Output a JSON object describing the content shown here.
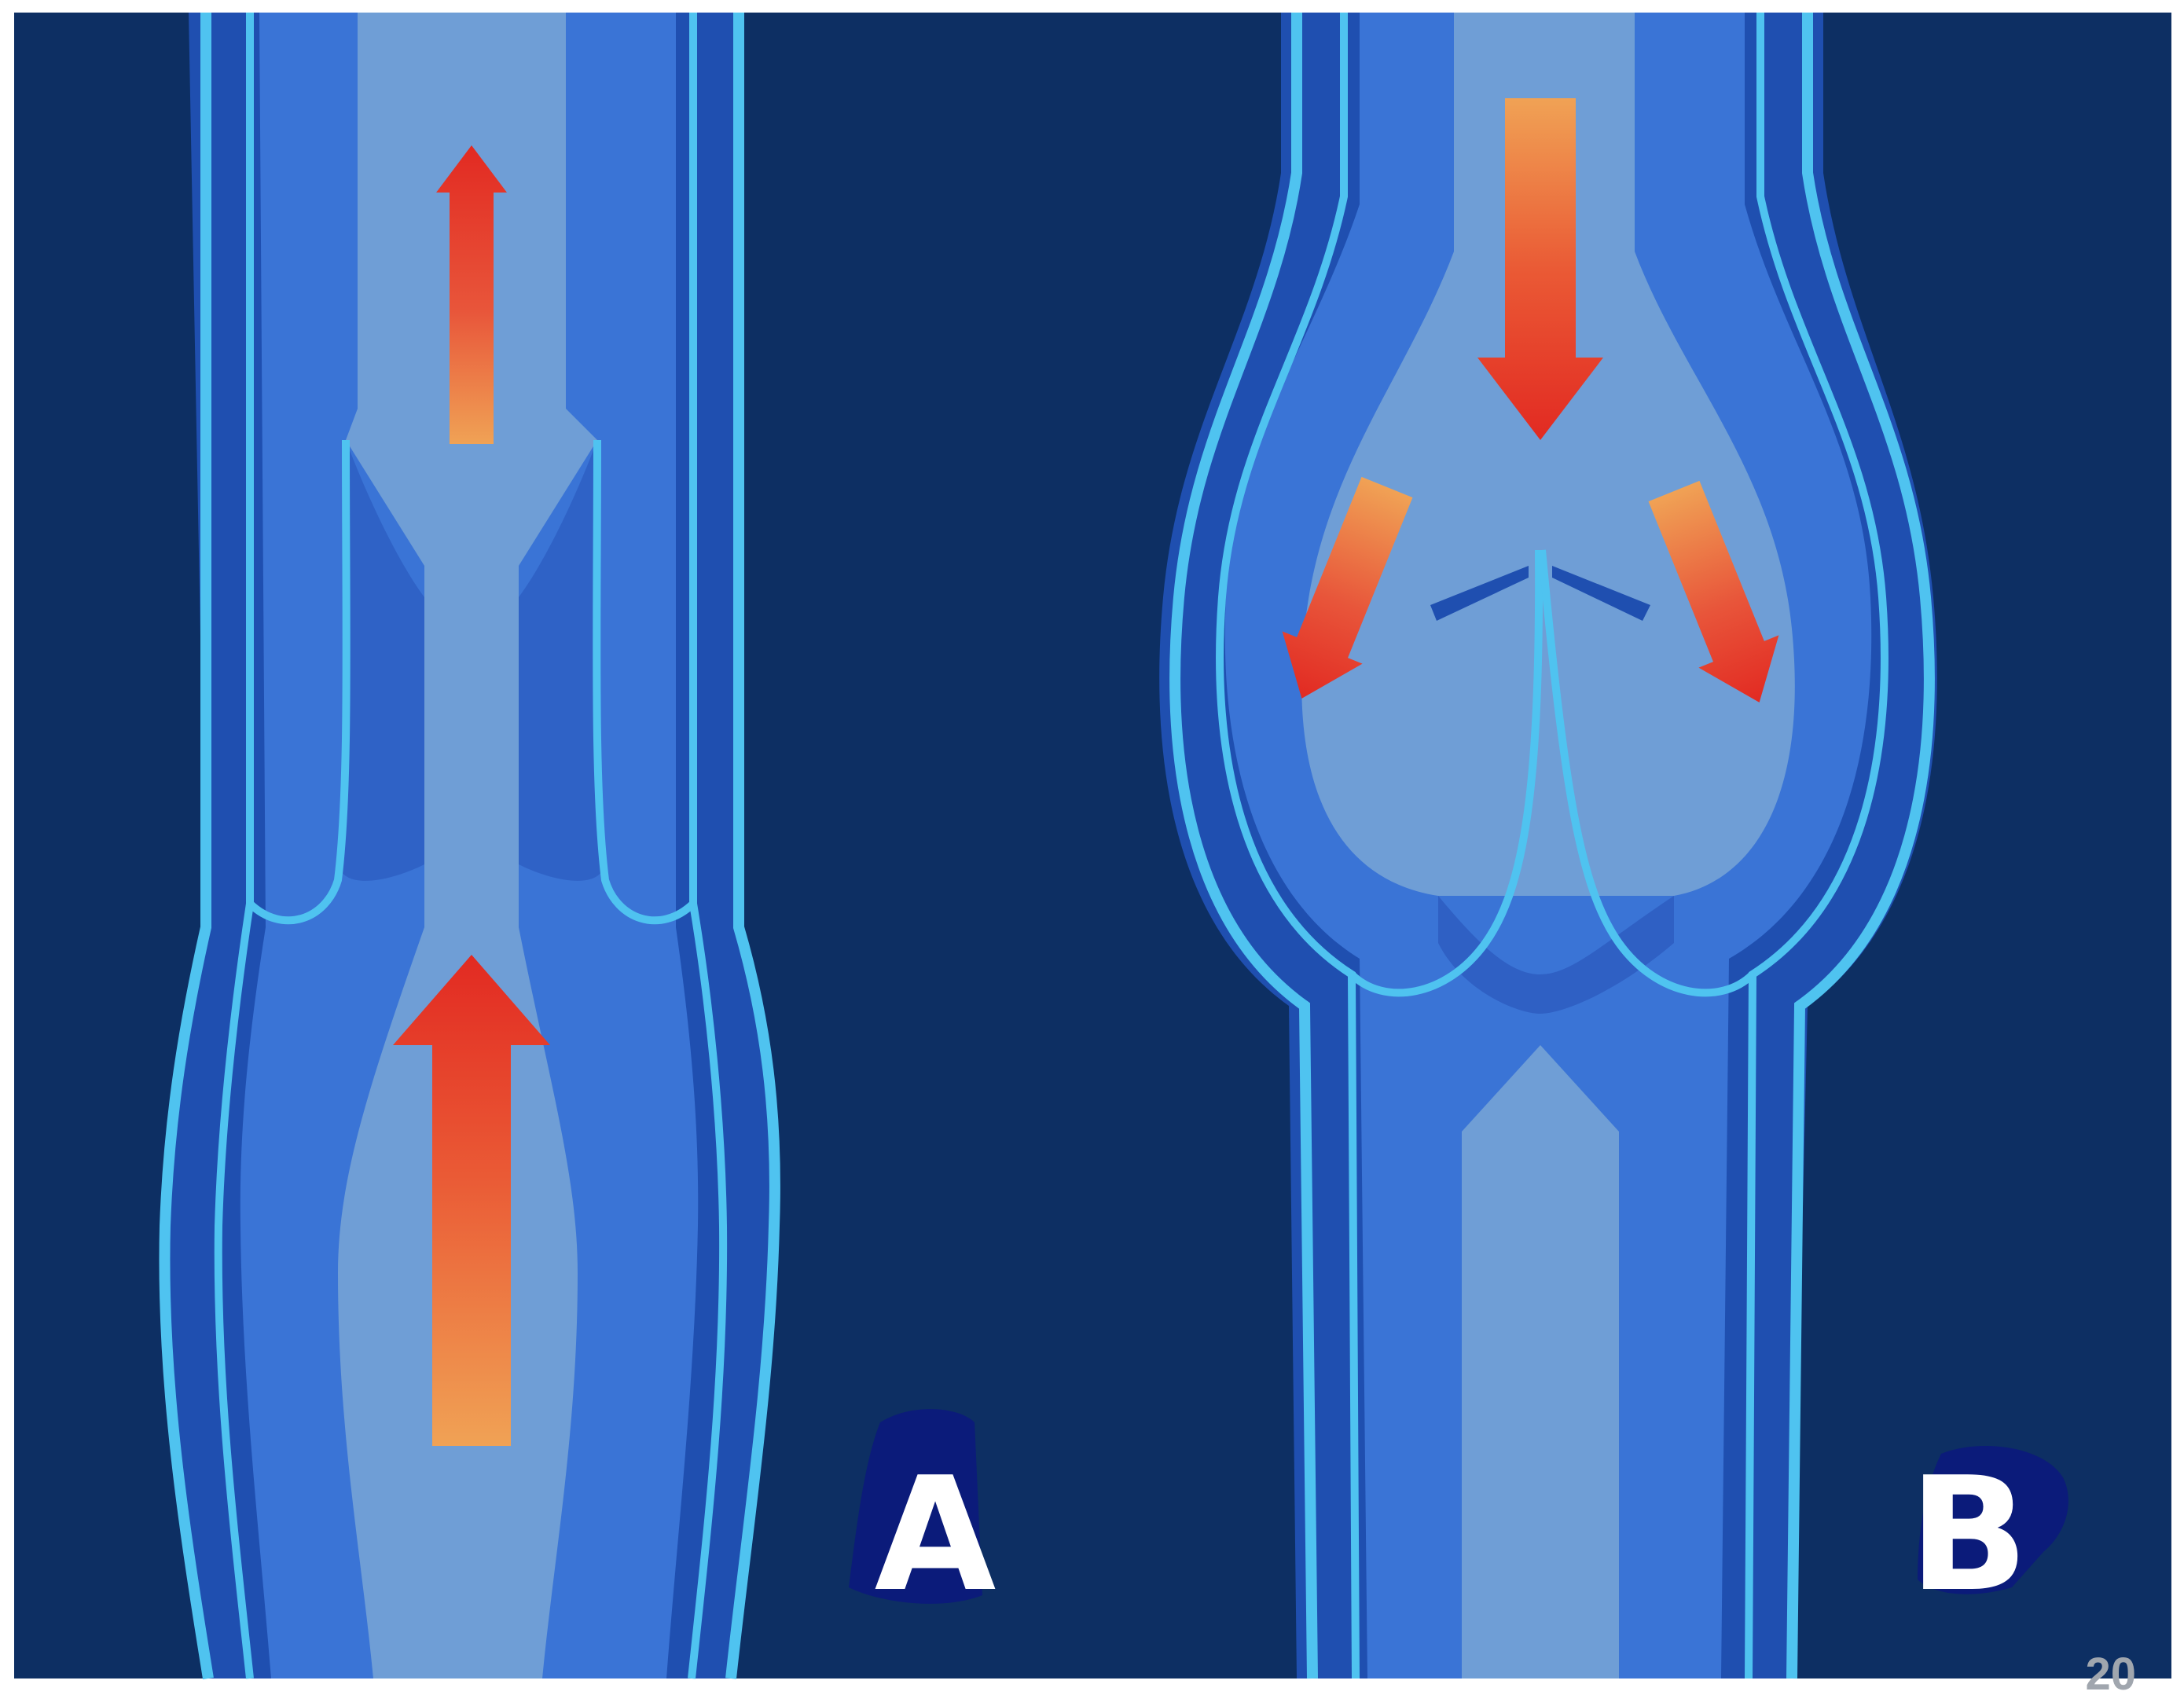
{
  "panels": [
    {
      "id": "A",
      "label": "A"
    },
    {
      "id": "B",
      "label": "B"
    }
  ],
  "page_number": "20",
  "colors": {
    "background": "#0d2f63",
    "vein_dark": "#1f4fb0",
    "vein_mid": "#3a74d6",
    "vein_light": "#6f9ed6",
    "vein_wall": "#4fc3f0",
    "arrow_red": "#e5382a",
    "arrow_orange": "#f0a255",
    "label_badge": "#0b1b7a"
  }
}
